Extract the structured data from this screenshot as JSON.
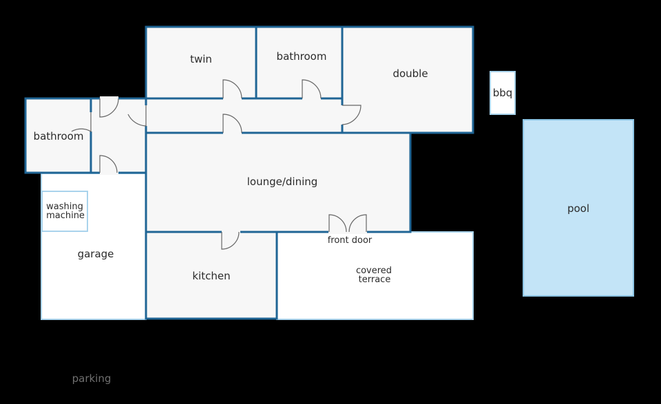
{
  "colors": {
    "background": "#000000",
    "wall": "#1f6595",
    "light_wall": "#a9d3ec",
    "room_fill": "#f7f7f7",
    "outdoor_fill": "#ffffff",
    "pool_fill": "#c3e4f7",
    "pool_edge": "#8cc4e4",
    "door_line": "#666666"
  },
  "labels": {
    "twin": "twin",
    "bathroom_top": "bathroom",
    "double": "double",
    "bbq": "bbq",
    "bathroom_left": "bathroom",
    "lounge_dining": "lounge/dining",
    "washing_line1": "washing",
    "washing_line2": "machine",
    "garage": "garage",
    "kitchen": "kitchen",
    "front_door": "front door",
    "covered_line1": "covered",
    "covered_line2": "terrace",
    "pool": "pool",
    "parking": "parking"
  }
}
